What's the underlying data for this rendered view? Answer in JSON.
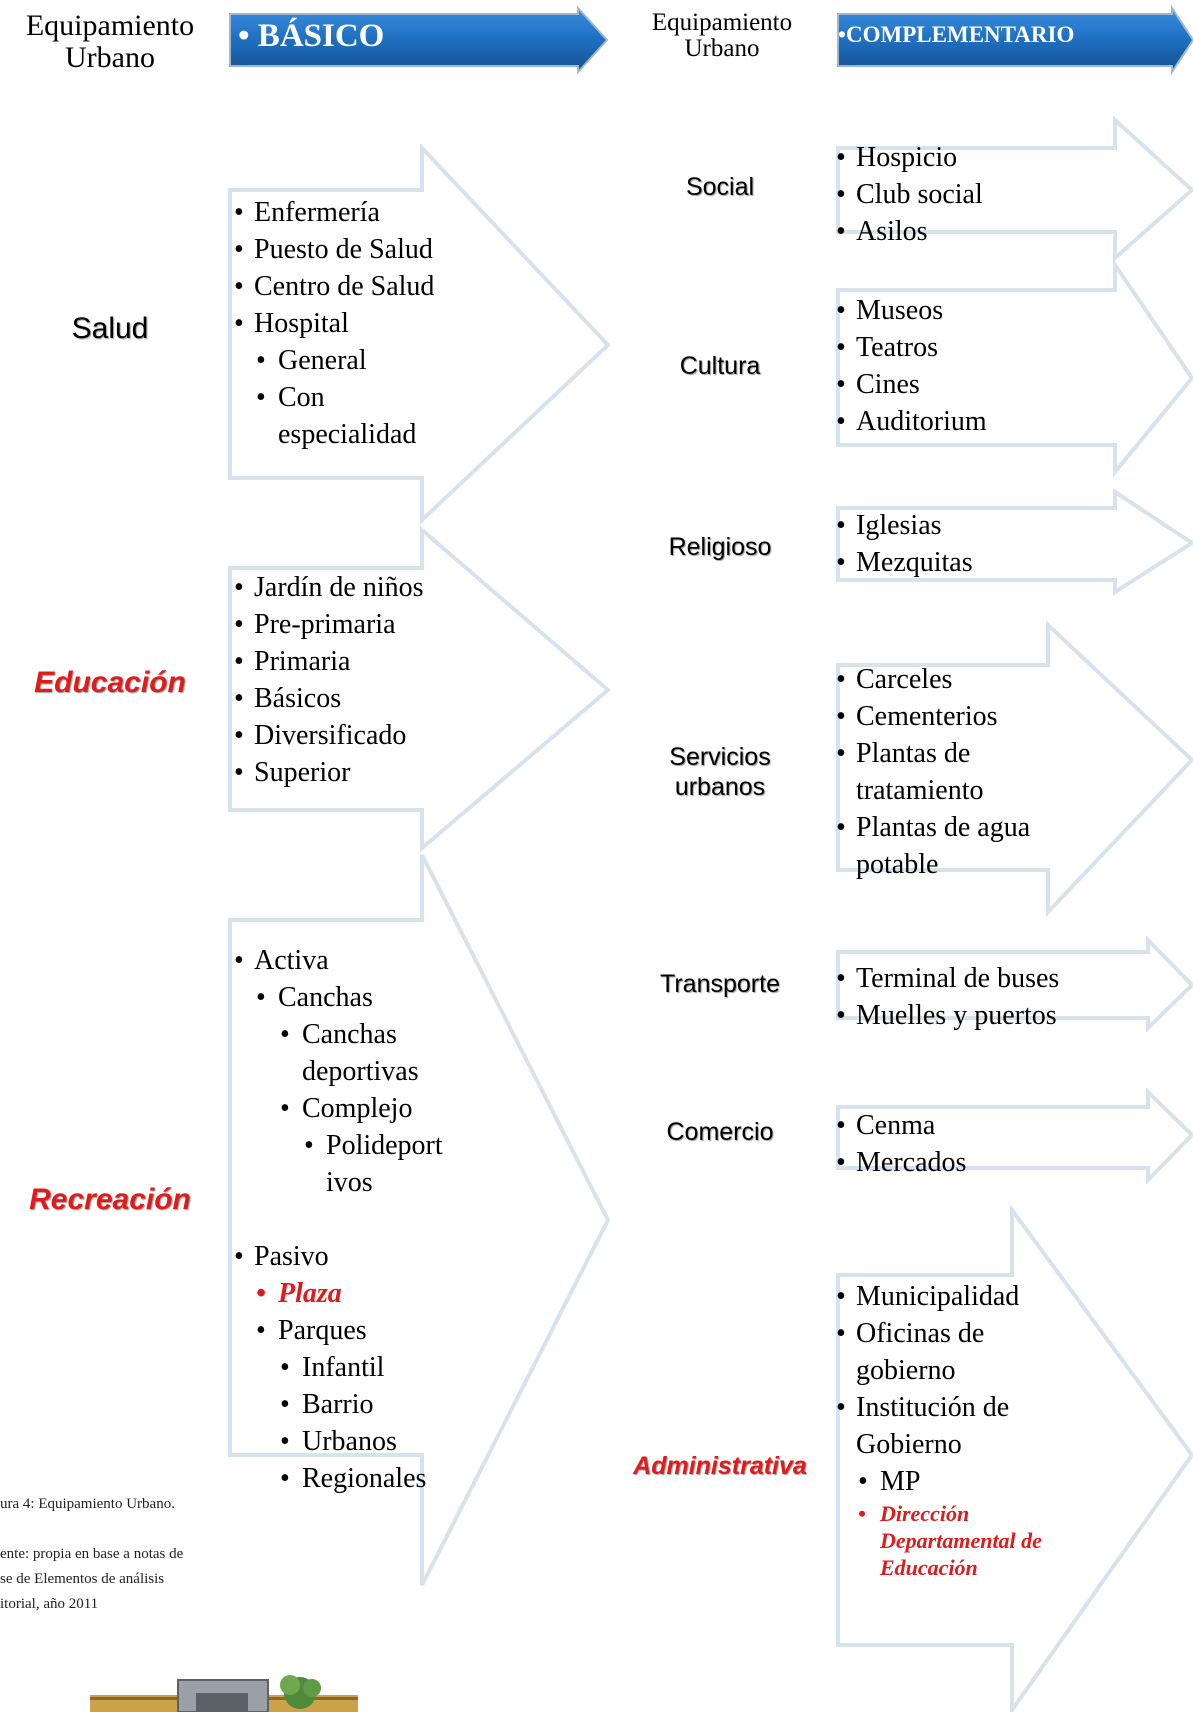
{
  "header": {
    "left_label": "Equipamiento Urbano",
    "left_banner": "• BÁSICO",
    "right_label": "Equipamiento Urbano",
    "right_banner": "•COMPLEMENTARIO",
    "banner_color": "#1f6fc0"
  },
  "basico": [
    {
      "category": "Salud",
      "emphasis": false,
      "items": [
        {
          "text": "Enfermería",
          "level": 0
        },
        {
          "text": "Puesto de Salud",
          "level": 0
        },
        {
          "text": " Centro de Salud",
          "level": 0
        },
        {
          "text": "Hospital",
          "level": 0
        },
        {
          "text": "General",
          "level": 1
        },
        {
          "text": "Con especialidad",
          "level": 1
        }
      ]
    },
    {
      "category": "Educación",
      "emphasis": true,
      "items": [
        {
          "text": "Jardín de niños",
          "level": 0
        },
        {
          "text": "Pre-primaria",
          "level": 0
        },
        {
          "text": "Primaria",
          "level": 0
        },
        {
          "text": "Básicos",
          "level": 0
        },
        {
          "text": "Diversificado",
          "level": 0
        },
        {
          "text": "Superior",
          "level": 0
        }
      ]
    },
    {
      "category": "Recreación",
      "emphasis": true,
      "items": [
        {
          "text": "Activa",
          "level": 0
        },
        {
          "text": "Canchas",
          "level": 1
        },
        {
          "text": "Canchas deportivas",
          "level": 2
        },
        {
          "text": "Complejo",
          "level": 2
        },
        {
          "text": "Polideport ivos",
          "level": 3
        },
        {
          "text": "",
          "level": 0
        },
        {
          "text": "Pasivo",
          "level": 0
        },
        {
          "text": "Plaza",
          "level": 1,
          "emphasis": true
        },
        {
          "text": "Parques",
          "level": 1
        },
        {
          "text": "Infantil",
          "level": 2
        },
        {
          "text": "Barrio",
          "level": 2
        },
        {
          "text": "Urbanos",
          "level": 2
        },
        {
          "text": "Regionales",
          "level": 2
        }
      ]
    }
  ],
  "complementario": [
    {
      "category": "Social",
      "emphasis": false,
      "items": [
        {
          "text": "Hospicio",
          "level": 0
        },
        {
          "text": "Club social",
          "level": 0
        },
        {
          "text": "Asilos",
          "level": 0
        }
      ]
    },
    {
      "category": "Cultura",
      "emphasis": false,
      "items": [
        {
          "text": "Museos",
          "level": 0
        },
        {
          "text": "Teatros",
          "level": 0
        },
        {
          "text": "Cines",
          "level": 0
        },
        {
          "text": "Auditorium",
          "level": 0
        }
      ]
    },
    {
      "category": "Religioso",
      "emphasis": false,
      "items": [
        {
          "text": "Iglesias",
          "level": 0
        },
        {
          "text": "Mezquitas",
          "level": 0
        }
      ]
    },
    {
      "category": "Servicios urbanos",
      "emphasis": false,
      "items": [
        {
          "text": "Carceles",
          "level": 0
        },
        {
          "text": "Cementerios",
          "level": 0
        },
        {
          "text": "Plantas de tratamiento",
          "level": 0
        },
        {
          "text": "Plantas de agua potable",
          "level": 0
        }
      ]
    },
    {
      "category": "Transporte",
      "emphasis": false,
      "items": [
        {
          "text": "Terminal de buses",
          "level": 0
        },
        {
          "text": "Muelles y puertos",
          "level": 0
        }
      ]
    },
    {
      "category": "Comercio",
      "emphasis": false,
      "items": [
        {
          "text": "Cenma",
          "level": 0
        },
        {
          "text": "Mercados",
          "level": 0
        }
      ]
    },
    {
      "category": "Administrativa",
      "emphasis": true,
      "items": [
        {
          "text": "Municipalidad",
          "level": 0
        },
        {
          "text": "Oficinas de gobierno",
          "level": 0
        },
        {
          "text": "Institución de Gobierno",
          "level": 0
        },
        {
          "text": "MP",
          "level": 1
        },
        {
          "text": "Dirección Departamental de Educación",
          "level": 1,
          "emphasis": true,
          "small": true
        }
      ]
    }
  ],
  "caption": {
    "line1": "ura 4: Equipamiento Urbano.",
    "line2": "ente: propia en base a notas de",
    "line3": "se de Elementos de análisis",
    "line4": "itorial, año 2011"
  }
}
